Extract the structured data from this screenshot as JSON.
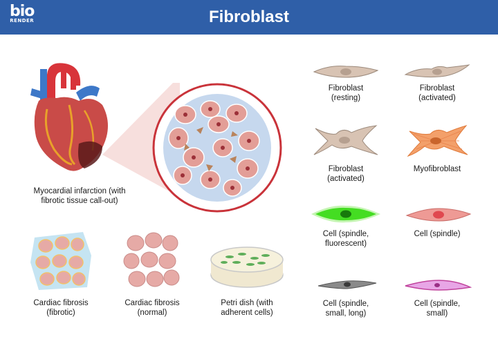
{
  "header": {
    "logo_top": "bio",
    "logo_bottom": "RENDER",
    "title": "Fibroblast"
  },
  "colors": {
    "header_bg": "#2f5fa8",
    "cell_tan": "#d8c3b3",
    "myofibroblast": "#f3a06a",
    "fluorescent": "#44dd22",
    "spindle_red": "#ee9a95",
    "spindle_gray": "#8a8a8a",
    "spindle_pink": "#e8a6e6"
  },
  "illustrations": [
    {
      "id": "heart",
      "icon": "heart-icon",
      "caption_lines": [
        "Myocardial infarction (with",
        "fibrotic tissue call-out)"
      ]
    },
    {
      "id": "fibrotic-tissue",
      "icon": "fibrotic-tissue-callout-icon"
    },
    {
      "id": "cardiac-fibrotic",
      "icon": "cardiac-fibrosis-fibrotic-icon",
      "caption_lines": [
        "Cardiac fibrosis",
        "(fibrotic)"
      ]
    },
    {
      "id": "cardiac-normal",
      "icon": "cardiac-fibrosis-normal-icon",
      "caption_lines": [
        "Cardiac fibrosis",
        "(normal)"
      ]
    },
    {
      "id": "petri-dish",
      "icon": "petri-dish-icon",
      "caption_lines": [
        "Petri dish (with",
        "adherent cells)"
      ]
    }
  ],
  "cells": [
    {
      "icon": "fibroblast-resting-icon",
      "caption_lines": [
        "Fibroblast",
        "(resting)"
      ]
    },
    {
      "icon": "fibroblast-activated-icon",
      "caption_lines": [
        "Fibroblast",
        "(activated)"
      ]
    },
    {
      "icon": "fibroblast-activated-star-icon",
      "caption_lines": [
        "Fibroblast",
        "(activated)"
      ]
    },
    {
      "icon": "myofibroblast-icon",
      "caption_lines": [
        "Myofibroblast"
      ]
    },
    {
      "icon": "cell-spindle-fluorescent-icon",
      "caption_lines": [
        "Cell (spindle,",
        "fluorescent)"
      ]
    },
    {
      "icon": "cell-spindle-icon",
      "caption_lines": [
        "Cell (spindle)"
      ]
    },
    {
      "icon": "cell-spindle-small-long-icon",
      "caption_lines": [
        "Cell (spindle,",
        "small, long)"
      ]
    },
    {
      "icon": "cell-spindle-small-icon",
      "caption_lines": [
        "Cell (spindle,",
        "small)"
      ]
    }
  ]
}
